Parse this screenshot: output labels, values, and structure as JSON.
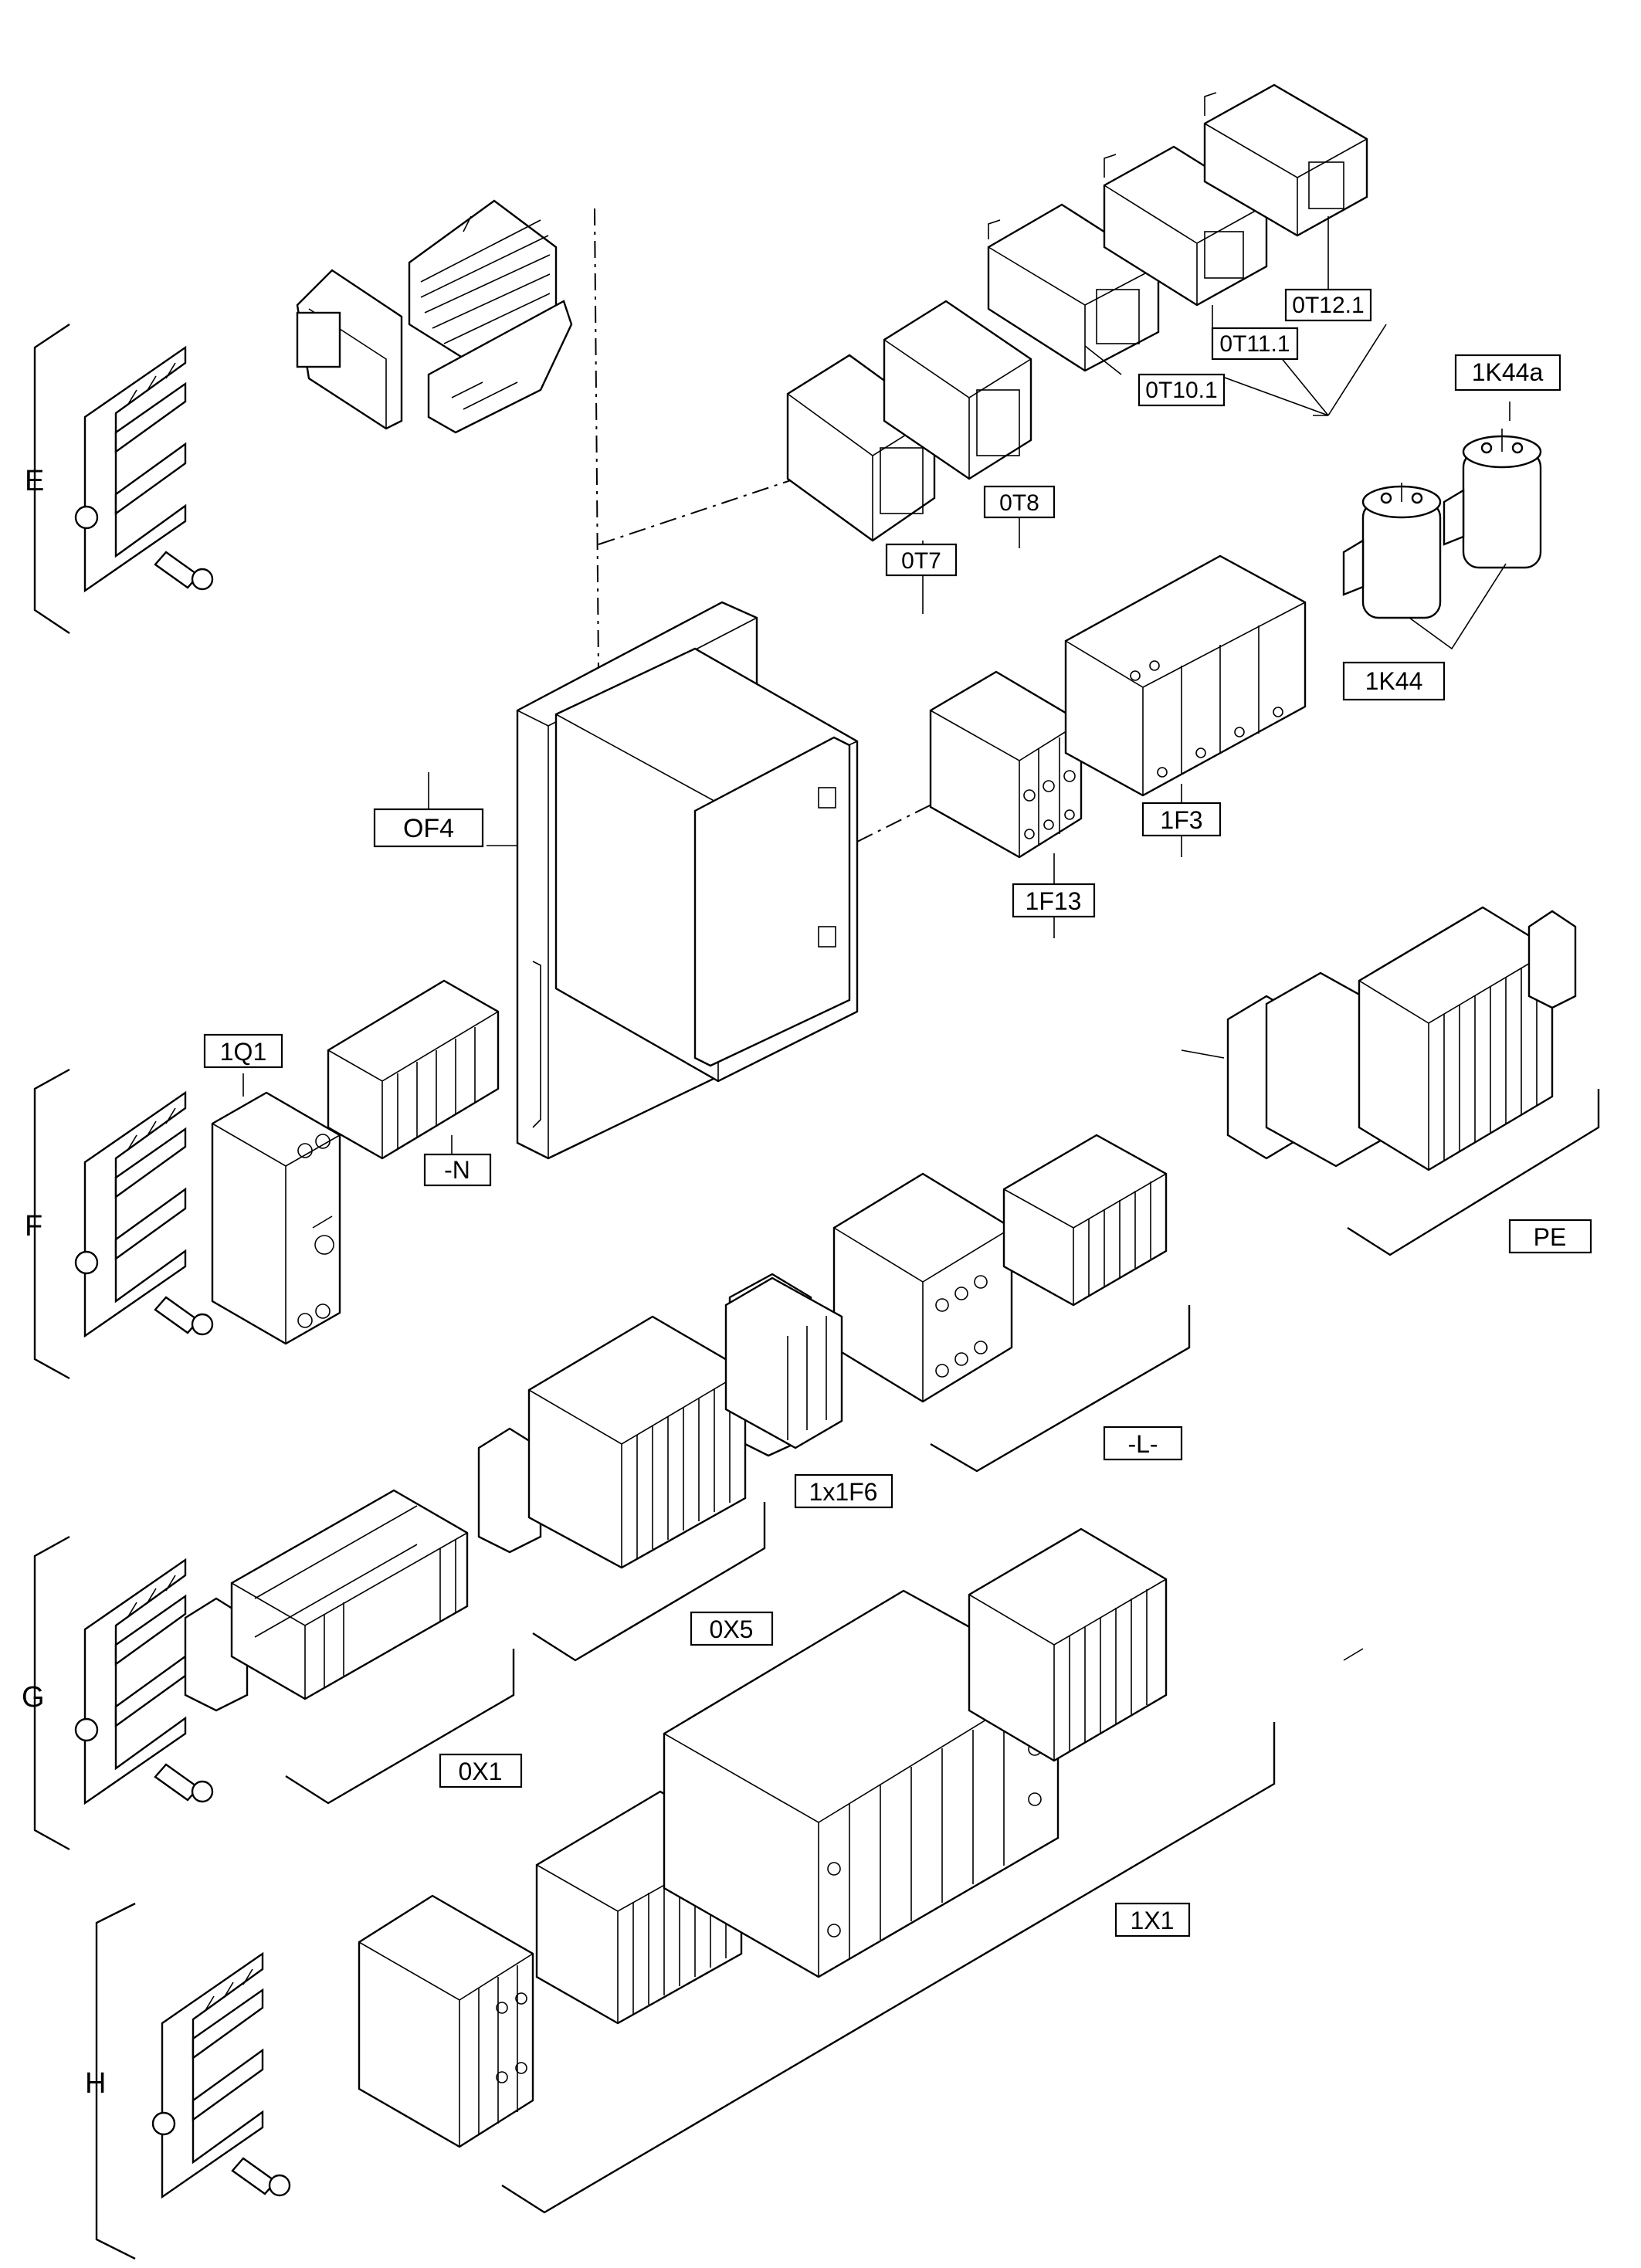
{
  "labels": {
    "OT12_1": "0T12.1",
    "OT11_1": "0T11.1",
    "OT10_1": "0T10.1",
    "K44a": "1K44a",
    "K44": "1K44",
    "OT8": "0T8",
    "OT7": "0T7",
    "OF4": "OF4",
    "F3": "1F3",
    "F13": "1F13",
    "Q1": "1Q1",
    "N": "-N",
    "PE": "PE",
    "L": "-L-",
    "F6": "1x1F6",
    "X5": "0X5",
    "X1_0": "0X1",
    "X1_1": "1X1"
  },
  "groups": {
    "E": "E",
    "F": "F",
    "G": "G",
    "H": "H"
  },
  "colors": {
    "ink": "#000000",
    "paper": "#ffffff"
  }
}
